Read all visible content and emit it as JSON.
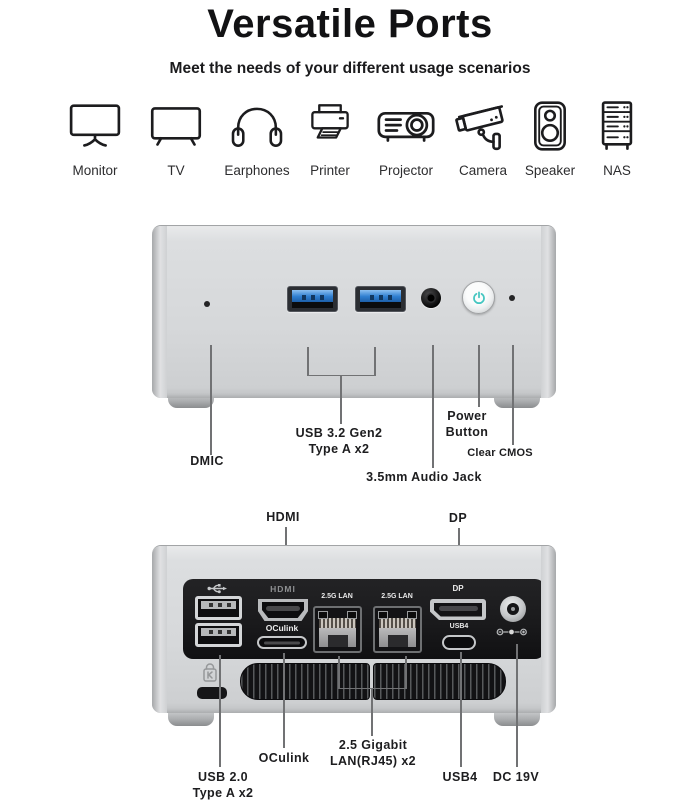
{
  "header": {
    "title": "Versatile Ports",
    "subtitle": "Meet the needs of your different usage scenarios"
  },
  "scenarios": [
    {
      "icon": "monitor-icon",
      "label": "Monitor"
    },
    {
      "icon": "tv-icon",
      "label": "TV"
    },
    {
      "icon": "earphones-icon",
      "label": "Earphones"
    },
    {
      "icon": "printer-icon",
      "label": "Printer"
    },
    {
      "icon": "projector-icon",
      "label": "Projector"
    },
    {
      "icon": "camera-icon",
      "label": "Camera"
    },
    {
      "icon": "speaker-icon",
      "label": "Speaker"
    },
    {
      "icon": "nas-icon",
      "label": "NAS"
    }
  ],
  "front_view": {
    "callouts": {
      "dmic": "DMIC",
      "usb32": "USB 3.2 Gen2\nType A x2",
      "audio_jack": "3.5mm Audio Jack",
      "power": "Power\nButton",
      "clear_cmos": "Clear CMOS"
    }
  },
  "rear_view": {
    "port_labels": {
      "hdmi": "HDMI",
      "oculink": "OCulink",
      "lan1": "2.5G LAN",
      "lan2": "2.5G LAN",
      "dp": "DP",
      "usb4": "USB4"
    },
    "callouts": {
      "hdmi": "HDMI",
      "dp": "DP",
      "usb20": "USB 2.0\nType A x2",
      "oculink": "OCulink",
      "lan": "2.5 Gigabit\nLAN(RJ45) x2",
      "usb4": "USB4",
      "dc": "DC 19V"
    }
  },
  "colors": {
    "usb3_blue": "#2e7ed0",
    "power_teal": "#45c6c1",
    "panel_black": "#19191b"
  }
}
